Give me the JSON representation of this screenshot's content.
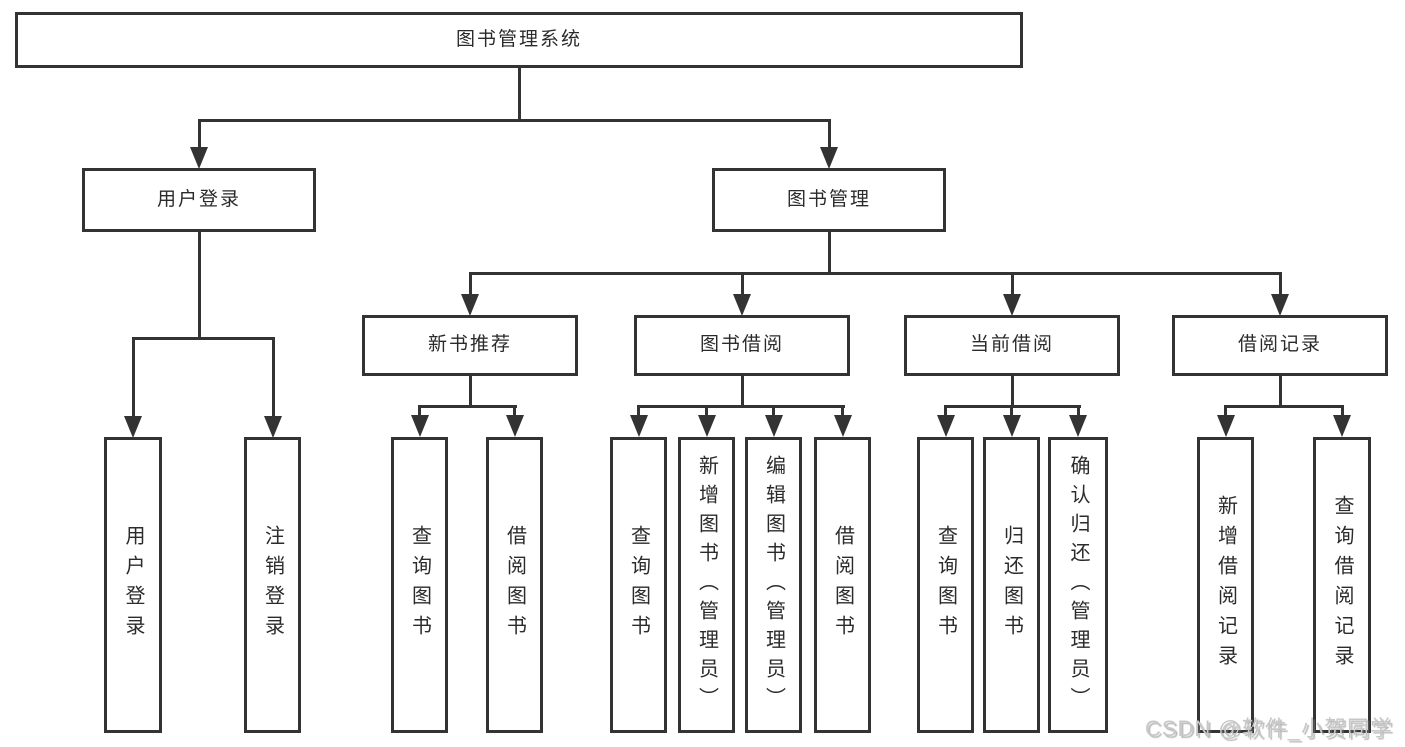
{
  "diagram": {
    "type": "tree",
    "root": {
      "label": "图书管理系统"
    },
    "level2": [
      {
        "label": "用户登录"
      },
      {
        "label": "图书管理"
      }
    ],
    "level3": [
      {
        "label": "新书推荐"
      },
      {
        "label": "图书借阅"
      },
      {
        "label": "当前借阅"
      },
      {
        "label": "借阅记录"
      }
    ],
    "leaves": {
      "login": [
        {
          "label": "用户登录"
        },
        {
          "label": "注销登录"
        }
      ],
      "recommend": [
        {
          "label": "查询图书"
        },
        {
          "label": "借阅图书"
        }
      ],
      "borrow": [
        {
          "label": "查询图书"
        },
        {
          "label": "新增图书（管理员）"
        },
        {
          "label": "编辑图书（管理员）"
        },
        {
          "label": "借阅图书"
        }
      ],
      "current": [
        {
          "label": "查询图书"
        },
        {
          "label": "归还图书"
        },
        {
          "label": "确认归还（管理员）"
        }
      ],
      "records": [
        {
          "label": "新增借阅记录"
        },
        {
          "label": "查询借阅记录"
        }
      ]
    }
  },
  "watermark": {
    "text": "CSDN @软件_小贺同学"
  },
  "colors": {
    "line": "#333333",
    "text": "#2b2b2b",
    "background": "#ffffff",
    "watermark": "#c7c7c7"
  }
}
